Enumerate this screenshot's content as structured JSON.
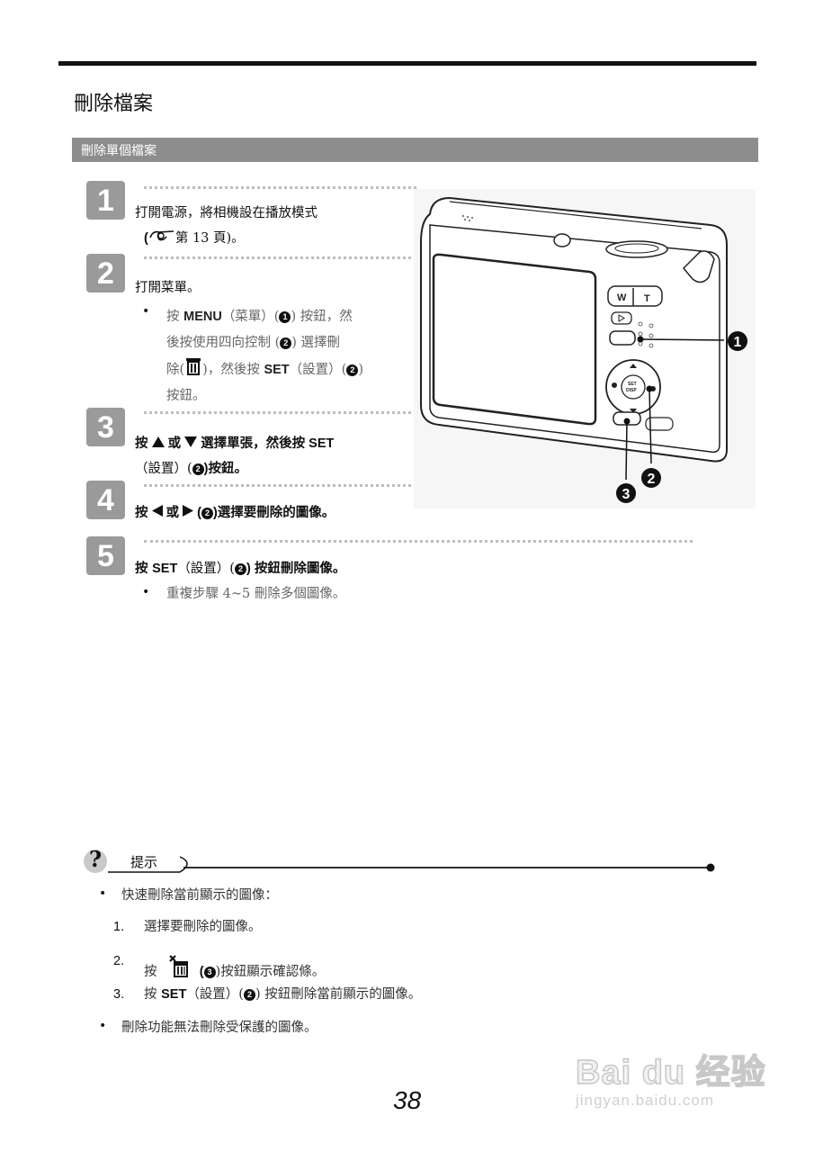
{
  "page": {
    "title": "刪除檔案",
    "section_header": "刪除單個檔案",
    "page_number": "38"
  },
  "steps": [
    {
      "number": "1",
      "line1": "打開電源，將相機設在播放模式",
      "ref_open": "(",
      "ref_text": "第 13 頁)。"
    },
    {
      "number": "2",
      "line1": "打開菜單。",
      "bullet": {
        "a": "按",
        "menu": "MENU",
        "b": "（菜單）(",
        "c": ") 按鈕，然",
        "line2": "後按使用四向控制 (",
        "line2b": ") 選擇刪",
        "line3a": "除(",
        "line3b": ")，然後按",
        "set": "SET",
        "line3c": "（設置）(",
        "line3d": ")",
        "line4": "按鈕。"
      }
    },
    {
      "number": "3",
      "l1a": "按",
      "l1b": "或",
      "l1c": "選擇單張，然後按",
      "set": "SET",
      "l2a": "（設置）(",
      "l2b": ")按鈕。"
    },
    {
      "number": "4",
      "a": "按",
      "b": "或",
      "c": "(",
      "d": ")選擇要刪除的圖像。"
    },
    {
      "number": "5",
      "a": "按",
      "set": "SET",
      "b": "（設置）(",
      "c": ") 按鈕刪除圖像。",
      "bullet": "重複步驟 4~5 刪除多個圖像。"
    }
  ],
  "circled": {
    "one": "1",
    "two": "2",
    "three": "3"
  },
  "tip": {
    "label": "提示",
    "bullet1": "快速刪除當前顯示的圖像：",
    "items": [
      {
        "num": "1.",
        "text": "選擇要刪除的圖像。"
      },
      {
        "num": "2.",
        "a": "按",
        "b": "(",
        "c": ")按鈕顯示確認條。"
      },
      {
        "num": "3.",
        "a": "按",
        "set": "SET",
        "b": "（設置）(",
        "c": ") 按鈕刪除當前顯示的圖像。"
      }
    ],
    "bullet2": "刪除功能無法刪除受保護的圖像。"
  },
  "camera": {
    "zoom_w": "W",
    "zoom_t": "T",
    "set_label": "SET",
    "disp_label": "DISP",
    "callouts": [
      "1",
      "2",
      "3"
    ]
  },
  "watermark": {
    "main": "Bai du 经验",
    "sub": "jingyan.baidu.com"
  },
  "colors": {
    "section_bar": "#8d8d8d",
    "step_badge": "#9a9a9a"
  },
  "icons": [
    "manual-reference-icon",
    "trash-icon",
    "triangle-up-icon",
    "triangle-down-icon",
    "triangle-left-icon",
    "triangle-right-icon",
    "question-mark-icon",
    "delete-button-icon"
  ]
}
